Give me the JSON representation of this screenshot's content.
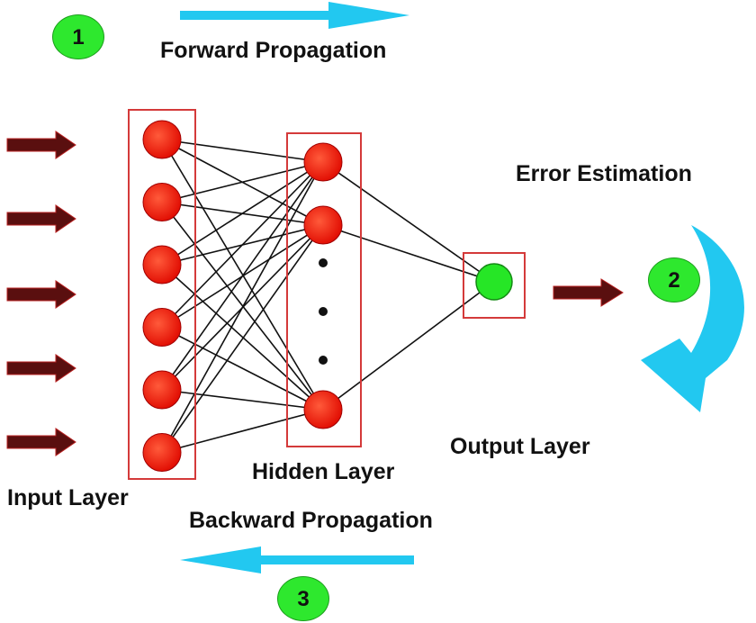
{
  "labels": {
    "forward": "Forward Propagation",
    "error": "Error Estimation",
    "output_layer": "Output Layer",
    "hidden_layer": "Hidden Layer",
    "input_layer": "Input Layer",
    "backward": "Backward Propagation"
  },
  "steps": {
    "one": "1",
    "two": "2",
    "three": "3"
  },
  "network": {
    "input_nodes": 6,
    "hidden_nodes_shown": 3,
    "hidden_ellipsis_dots": 3,
    "output_nodes": 1
  },
  "colors": {
    "neuron": "#ff1a0a",
    "output_neuron": "#26e626",
    "badge": "#2ee82e",
    "layer_box": "#d43a3a",
    "propagation_arrow": "#22c8f0",
    "input_arrow": "#5a0f0f",
    "connection": "#111111"
  }
}
